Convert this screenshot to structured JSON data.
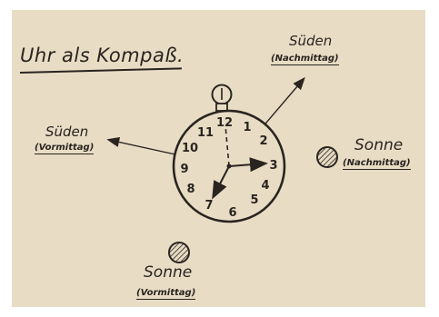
{
  "diagram": {
    "title": "Uhr als Kompaß.",
    "labels": {
      "south_afternoon": {
        "direction": "Süden",
        "time": "(Nachmittag)"
      },
      "south_morning": {
        "direction": "Süden",
        "time": "(Vormittag)"
      },
      "sun_afternoon": {
        "name": "Sonne",
        "time": "(Nachmittag)"
      },
      "sun_morning": {
        "name": "Sonne",
        "time": "(Vormittag)"
      }
    },
    "clock_numbers": [
      "12",
      "1",
      "2",
      "3",
      "4",
      "5",
      "6",
      "7",
      "8",
      "9",
      "10",
      "11"
    ],
    "colors": {
      "paper": "#e8dcc4",
      "ink": "#2a2420",
      "border": "#ffffff"
    }
  }
}
